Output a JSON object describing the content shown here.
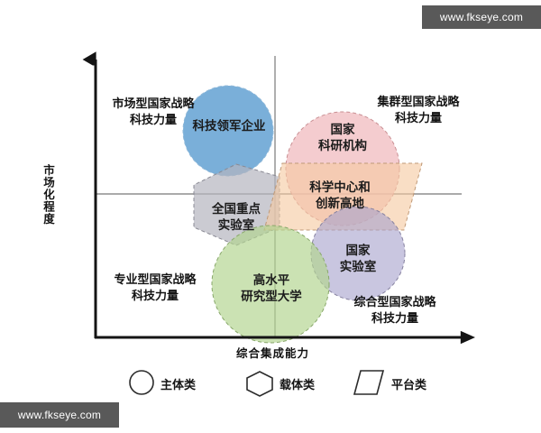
{
  "watermarks": {
    "top": "www.fkseye.com",
    "bottom": "www.fkseye.com"
  },
  "axes": {
    "y_label": "市场化程度",
    "x_label": "综合集成能力",
    "y_arrow": "up-arrow",
    "x_arrow": "right-arrow"
  },
  "quadrant_labels": [
    {
      "id": "top-left",
      "line1": "市场型国家战略",
      "line2": "科技力量"
    },
    {
      "id": "top-right",
      "line1": "集群型国家战略",
      "line2": "科技力量"
    },
    {
      "id": "bottom-left",
      "line1": "专业型国家战略",
      "line2": "科技力量"
    },
    {
      "id": "bottom-right",
      "line1": "综合型国家战略",
      "line2": "科技力量"
    }
  ],
  "shapes": [
    {
      "id": "tech-leading-enterprise",
      "kind": "circle",
      "label_line1": "科技领军企业",
      "label_line2": "",
      "fill": "#6fa8d6"
    },
    {
      "id": "national-research-institution",
      "kind": "circle",
      "label_line1": "国家",
      "label_line2": "科研机构",
      "fill": "#f3c3c6"
    },
    {
      "id": "national-key-laboratory",
      "kind": "hexagon",
      "label_line1": "全国重点",
      "label_line2": "实验室",
      "fill": "#c3c3cb"
    },
    {
      "id": "high-level-research-university",
      "kind": "circle",
      "label_line1": "高水平",
      "label_line2": "研究型大学",
      "fill": "#b9d69a"
    },
    {
      "id": "national-laboratory",
      "kind": "circle",
      "label_line1": "国家",
      "label_line2": "实验室",
      "fill": "#b6b2d4"
    },
    {
      "id": "science-center-innovation-highland",
      "kind": "parallelogram",
      "label_line1": "科学中心和",
      "label_line2": "创新高地",
      "fill": "#f6d2b4"
    }
  ],
  "legend": [
    {
      "id": "subject-type",
      "glyph": "circle-icon",
      "label": "主体类"
    },
    {
      "id": "carrier-type",
      "glyph": "hexagon-icon",
      "label": "载体类"
    },
    {
      "id": "platform-type",
      "glyph": "parallelogram-icon",
      "label": "平台类"
    }
  ],
  "colors": {
    "axis": "#141414",
    "quadrant_divider": "#8d8d8d",
    "shape_outline": "#7a7a7a"
  }
}
